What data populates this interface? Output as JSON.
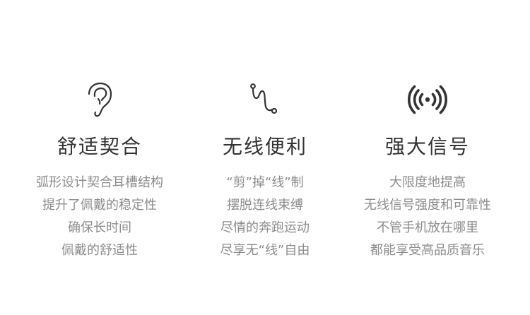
{
  "features": [
    {
      "icon": "ear-icon",
      "title": "舒适契合",
      "lines": [
        "弧形设计契合耳槽结构",
        "提升了佩戴的稳定性",
        "确保长时间",
        "佩戴的舒适性"
      ]
    },
    {
      "icon": "cable-icon",
      "title": "无线便利",
      "lines": [
        "“剪”掉“线”制",
        "摆脱连线束缚",
        "尽情的奔跑运动",
        "尽享无“线”自由"
      ]
    },
    {
      "icon": "signal-icon",
      "title": "强大信号",
      "lines": [
        "大限度地提高",
        "无线信号强度和可靠性",
        "不管手机放在哪里",
        "都能享受高品质音乐"
      ]
    }
  ],
  "colors": {
    "title": "#333333",
    "description": "#8c8c8c",
    "icon": "#333333",
    "background": "#ffffff"
  }
}
